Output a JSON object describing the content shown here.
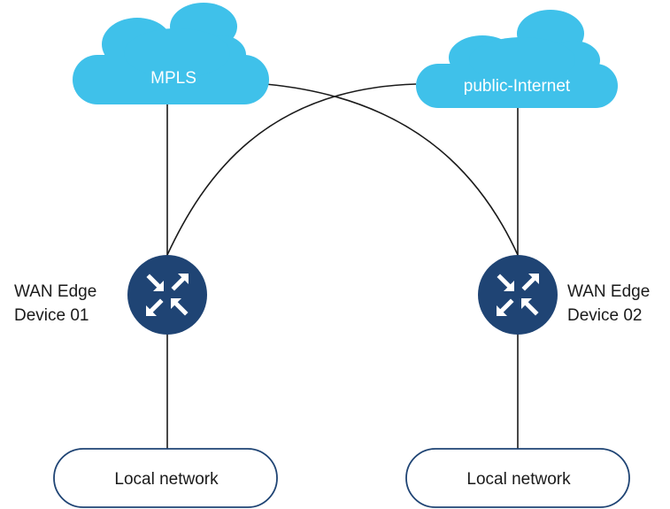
{
  "colors": {
    "cloud_fill": "#3fc1ea",
    "router_fill": "#1f4474",
    "router_arrow": "#ffffff",
    "link_stroke": "#1a1a1a",
    "lan_stroke": "#1f4474"
  },
  "clouds": {
    "mpls": {
      "label": "MPLS"
    },
    "internet": {
      "label": "public-Internet"
    }
  },
  "devices": {
    "left": {
      "line1": "WAN Edge",
      "line2": "Device 01",
      "icon": "router-icon"
    },
    "right": {
      "line1": "WAN Edge",
      "line2": "Device 02",
      "icon": "router-icon"
    }
  },
  "networks": {
    "left": {
      "label": "Local network"
    },
    "right": {
      "label": "Local network"
    }
  }
}
